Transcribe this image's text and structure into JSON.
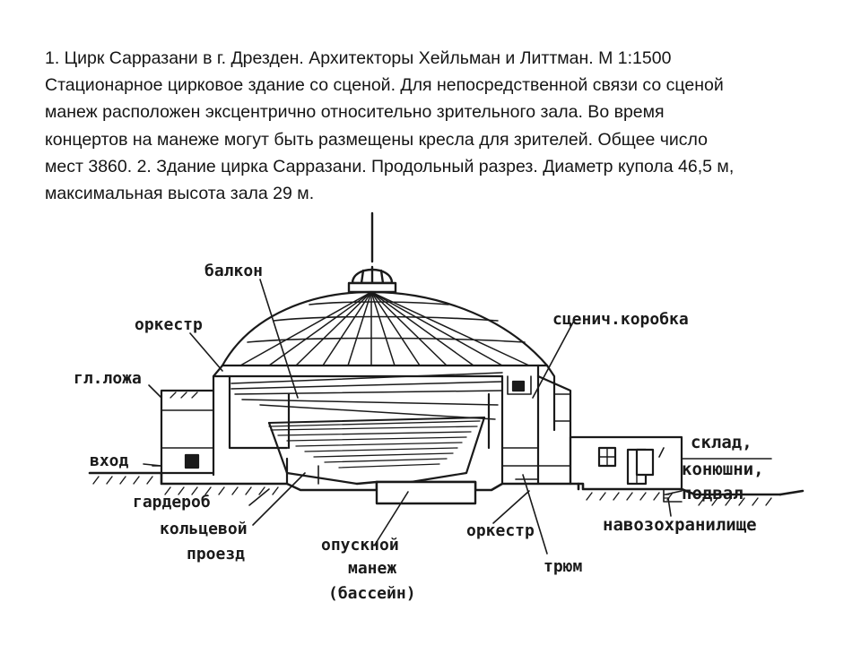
{
  "caption": {
    "lines": [
      "1. Цирк Сарразани в г. Дрезден. Архитекторы Хейльман и Литтман. М 1:1500",
      "Стационарное цирковое здание со сценой. Для непосредственной связи со сценой",
      "манеж расположен эксцентрично относительно зрительного зала. Во время",
      "концертов на манеже могут быть размещены кресла для зрителей. Общее число",
      "мест 3860. 2. Здание цирка Сарразани. Продольный разрез. Диаметр купола 46,5 м,",
      "максимальная высота зала 29 м."
    ]
  },
  "labels": {
    "balcony": "балкон",
    "orchestra_top": "оркестр",
    "main_box": "гл.ложа",
    "entrance": "вход",
    "cloakroom": "гардероб",
    "ring_passage_1": "кольцевой",
    "ring_passage_2": "проезд",
    "arena_1": "опускной",
    "arena_2": "манеж",
    "arena_3": "(бассейн)",
    "orchestra_bottom": "оркестр",
    "hold": "трюм",
    "stage_box": "сценич.коробка",
    "warehouse": "склад,",
    "stables": "конюшни,",
    "basement": "подвал",
    "manure": "навозохранилище"
  },
  "colors": {
    "ink": "#1a1a1a",
    "paper": "#ffffff"
  }
}
